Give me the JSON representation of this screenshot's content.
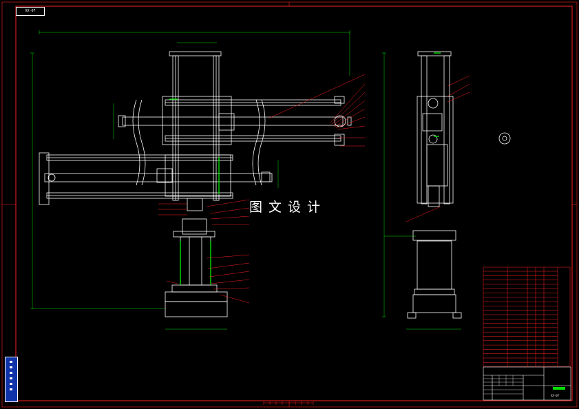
{
  "drawing": {
    "title_block_code": "XX-07",
    "watermark": "图文设计",
    "title_block_drawing_code": "XX-07",
    "colors": {
      "background": "#000000",
      "border": "#ff2020",
      "geometry": "#ffffff",
      "dimension": "#00e000",
      "leader": "#ff2020",
      "title_block": "#ff2020",
      "side_tab": "#1133aa"
    }
  }
}
